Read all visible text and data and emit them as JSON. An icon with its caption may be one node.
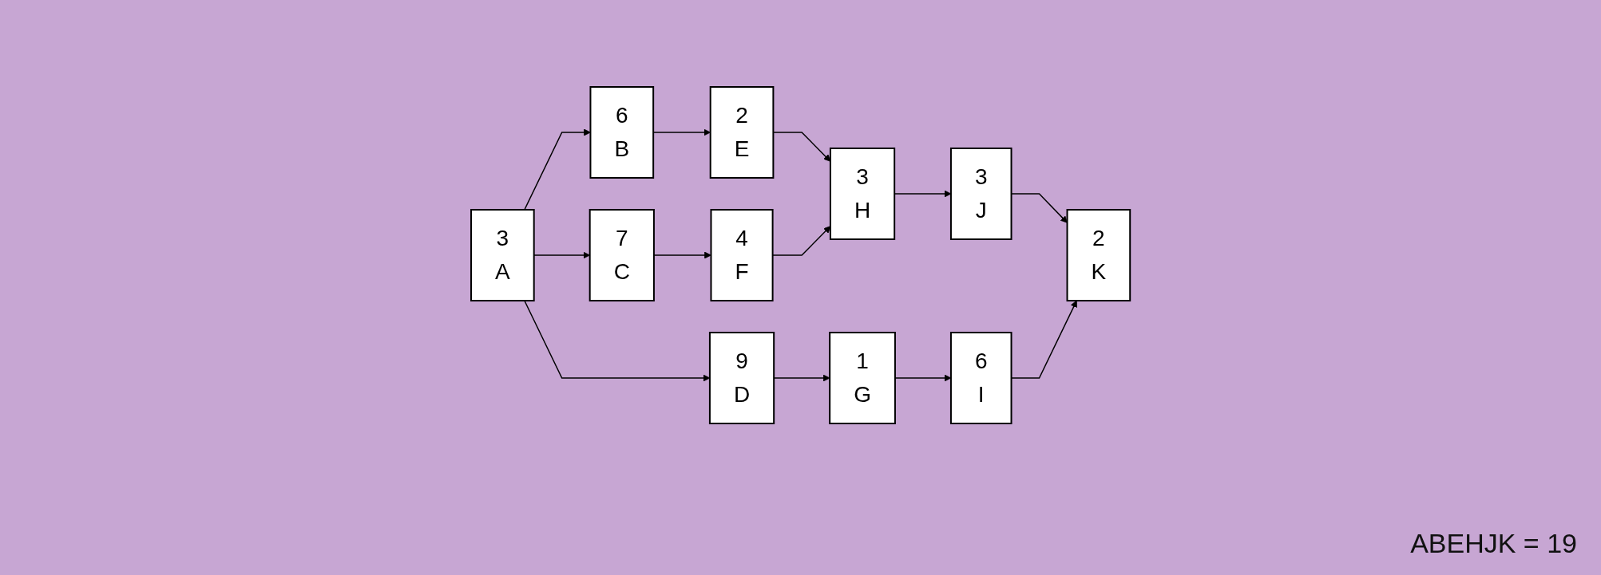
{
  "diagram": {
    "nodes": [
      {
        "text": [
          "3",
          "A"
        ]
      },
      {
        "text": [
          "6",
          "B"
        ]
      },
      {
        "text": [
          "7",
          "C"
        ]
      },
      {
        "text": [
          "9",
          "D"
        ]
      },
      {
        "text": [
          "2",
          "E"
        ]
      },
      {
        "text": [
          "4",
          "F"
        ]
      },
      {
        "text": [
          "1",
          "G"
        ]
      },
      {
        "text": [
          "3",
          "H"
        ]
      },
      {
        "text": [
          "6",
          "I"
        ]
      },
      {
        "text": [
          "3",
          "J"
        ]
      },
      {
        "text": [
          "2",
          "K"
        ]
      }
    ],
    "edges": [
      {
        "from": 0,
        "to": 1,
        "arrow": "to"
      },
      {
        "from": 0,
        "to": 2,
        "arrow": "to"
      },
      {
        "from": 0,
        "to": 3,
        "arrow": "to"
      },
      {
        "from": 1,
        "to": 4,
        "arrow": "to"
      },
      {
        "from": 2,
        "to": 5,
        "arrow": "to"
      },
      {
        "from": 4,
        "to": 7,
        "arrow": "to"
      },
      {
        "from": 5,
        "to": 7,
        "arrow": "to"
      },
      {
        "from": 3,
        "to": 6,
        "arrow": "to"
      },
      {
        "from": 6,
        "to": 8,
        "arrow": "to"
      },
      {
        "from": 7,
        "to": 9,
        "arrow": "to"
      },
      {
        "from": 9,
        "to": 10,
        "arrow": "to"
      },
      {
        "from": 8,
        "to": 10,
        "arrow": "to"
      }
    ],
    "labels": [
      "ABEHJK = 19"
    ]
  }
}
